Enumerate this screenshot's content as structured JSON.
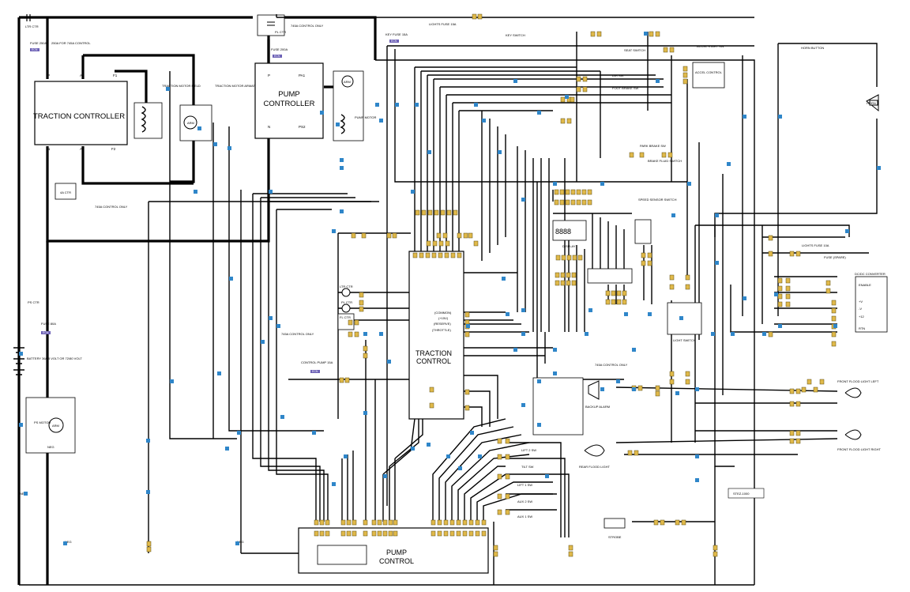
{
  "components": {
    "traction_controller": {
      "title": "TRACTION CONTROLLER",
      "pins": {
        "p": "P",
        "a1": "A1",
        "f1": "F1",
        "n": "N",
        "a2": "A2",
        "f2": "F2"
      }
    },
    "pump_controller": {
      "title": "PUMP CONTROLLER",
      "pins": {
        "p": "P",
        "pa1": "PA1",
        "n": "N",
        "ps2": "PS2"
      }
    },
    "traction_control": {
      "title": "TRACTION CONTROL",
      "pins": [
        "(COMMON)",
        "(+15V)",
        "(RESERVE)",
        "(THROTTLE)"
      ]
    },
    "pump_control": {
      "title": "PUMP CONTROL"
    },
    "dcdc_converter": {
      "title": "DC/DC CONVERTER",
      "pins": [
        "ENABLE",
        "+V",
        "-V",
        "+12",
        "RTN"
      ]
    }
  },
  "labels": {
    "ltr_ctr": "LTR CTR",
    "fuse_250": "FUSE 250A",
    "fuse_250_note": "250A FOR 745A CONTROL",
    "traction_motor_field": "TRACTION MOTOR FIELD",
    "traction_motor_armature": "TRACTION MOTOR ARMATURE",
    "ps_ctr_top": "PL CTR",
    "ps_ctr_note": "745A CONTROL ONLY",
    "fuse_200": "FUSE 200A",
    "pump_motor": "PUMP MOTOR",
    "key_switch": "KEY SWITCH",
    "key_fuse": "KEY FUSE 15A",
    "lights_fuse_top": "LIGHTS FUSE 15A",
    "seat_switch": "SEAT SWITCH",
    "accel_start": "ACCEL START SW",
    "accel_control": "ACCEL CONTROL",
    "dir_sw": "DIR SW",
    "foot_brake": "FOOT BRAKE SW",
    "horn_button": "HORN BUTTON",
    "horn": "HORN",
    "park_brake": "PARK BRAKE SW",
    "brake_fluid": "BRAKE FLUID SWITCH",
    "speed_sensor": "SPEED SENSOR SWITCH",
    "display": "DISPLAY",
    "display_digits": "8888",
    "lights_fuse_right": "LIGHTS FUSE 10A",
    "fuse_spare": "FUSE (SPARE)",
    "light_switch": "LIGHT SWITCH",
    "ctr_4a": "4A CTR",
    "ctr_4a_note": "745A CONTROL ONLY",
    "ps_ctr_left": "PS CTR",
    "fuse_left": "FUSE 80A",
    "battery": "BATTERY 36/48 VOLT OR 72/80 VOLT",
    "ps_motor": "PS MOTOR",
    "neg": "NEG",
    "ltr_ctr_mid": "LTR CTR",
    "pl_ctr_mid": "PL CTR",
    "fl_ctr": "FL CTR",
    "note_745": "745A CONTROL ONLY",
    "control_pump": "CONTROL PUMP 15A",
    "backup_alarm": "BACKUP ALARM",
    "note_745b": "745A CONTROL ONLY",
    "front_flood_left": "FRONT FLOOD LIGHT LEFT",
    "front_flood_right": "FRONT FLOOD LIGHT RIGHT",
    "rear_flood": "REAR FLOOD LIGHT",
    "strobe": "STROBE",
    "lift_sw": "LIFT 2 SW",
    "tilt_sw": "TILT SW",
    "lift1_sw": "LIFT 1 SW",
    "aux2_sw": "AUX 2 SW",
    "aux1_sw": "AUX 1 SW",
    "drawing_no": "STEZ-1000"
  },
  "badge_text": "ECN",
  "colors": {
    "connector": "#e0b94a",
    "wire_tag": "#2f86c9",
    "badge": "#6b5fb5",
    "wire": "#000000"
  }
}
